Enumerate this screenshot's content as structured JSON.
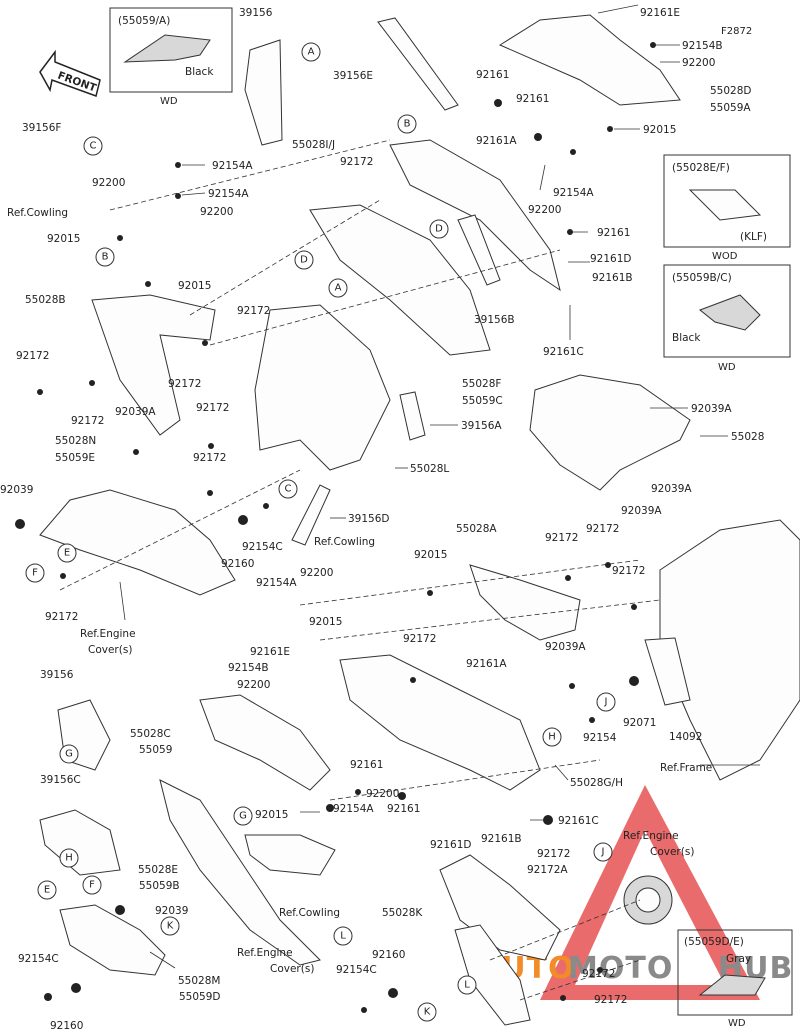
{
  "figure_code": "F2872",
  "front_label": "FRONT",
  "watermark": {
    "part1": "AUTO",
    "part2": "MOTO",
    "part3": "HUB",
    "color_orange": "#f28c28",
    "color_gray": "#8a8a8a",
    "color_red": "#e23a3a"
  },
  "insets": [
    {
      "code": "(55059/A)",
      "color": "Black",
      "variant": "WD"
    },
    {
      "code": "(55028E/F)",
      "note": "(KLF)",
      "variant": "WOD"
    },
    {
      "code": "(55059B/C)",
      "color": "Black",
      "variant": "WD"
    },
    {
      "code": "(55059D/E)",
      "color": "Gray",
      "variant": "WD"
    }
  ],
  "part_labels": {
    "p39156_top": "39156",
    "p39156e": "39156E",
    "p39156f": "39156F",
    "p92161e_top": "92161E",
    "p92154b_top": "92154B",
    "p92200_top": "92200",
    "p55028d": "55028D",
    "p55059a": "55059A",
    "p92015_top": "92015",
    "p92161_a": "92161",
    "p92161_b": "92161",
    "p55028ij": "55028I/J",
    "p92172_a": "92172",
    "p92161a_top": "92161A",
    "p92154a_r": "92154A",
    "p92200_r": "92200",
    "p92161_r": "92161",
    "p92161d_r": "92161D",
    "p92161b_r": "92161B",
    "p92161c_r": "92161C",
    "p39156b": "39156B",
    "p92154a_l1": "92154A",
    "p92200_l1": "92200",
    "p92154a_l2": "92154A",
    "p92200_l2": "92200",
    "ref_cowling_1": "Ref.Cowling",
    "p92015_l1": "92015",
    "p92015_l2": "92015",
    "p55028b": "55028B",
    "p92172_l1": "92172",
    "p92172_l2": "92172",
    "p92172_l3": "92172",
    "p92039a_l": "92039A",
    "p92172_m1": "92172",
    "p92172_m2": "92172",
    "p92172_m3": "92172",
    "p55028f": "55028F",
    "p55059c": "55059C",
    "p39156a": "39156A",
    "p55028l": "55028L",
    "p39156d": "39156D",
    "p92039a_r1": "92039A",
    "p55028_r": "55028",
    "p92039a_r2": "92039A",
    "p92039a_r3": "92039A",
    "p55028n": "55028N",
    "p55059e": "55059E",
    "p92039_l": "92039",
    "p92154c_m": "92154C",
    "p92160_m": "92160",
    "p92172_l4": "92172",
    "ref_engine_1a": "Ref.Engine",
    "ref_engine_1b": "Cover(s)",
    "ref_cowling_2": "Ref.Cowling",
    "p92154a_c": "92154A",
    "p92200_c": "92200",
    "p92015_c1": "92015",
    "p92015_c2": "92015",
    "p55028a": "55028A",
    "p92172_c1": "92172",
    "p92172_c2": "92172",
    "p92172_c3": "92172",
    "p92172_c4": "92172",
    "p92039a_c": "92039A",
    "p92071": "92071",
    "p14092": "14092",
    "p92154_c": "92154",
    "ref_frame": "Ref.Frame",
    "p39156_l": "39156",
    "p39156c": "39156C",
    "p92161e_c": "92161E",
    "p92154b_c": "92154B",
    "p92200_c2": "92200",
    "p55028c": "55028C",
    "p55059": "55059",
    "p92161a_c": "92161A",
    "p92161_c": "92161",
    "p92200_c3": "92200",
    "p92154a_c2": "92154A",
    "p92161_c2": "92161",
    "p92161d_c": "92161D",
    "p92161b_c": "92161B",
    "p55028gh": "55028G/H",
    "p92161c_c": "92161C",
    "p92015_c3": "92015",
    "p55028e": "55028E",
    "p55059b": "55059B",
    "ref_cowling_3": "Ref.Cowling",
    "ref_engine_2a": "Ref.Engine",
    "ref_engine_2b": "Cover(s)",
    "p92039_b": "92039",
    "p92154c_b": "92154C",
    "p92160_b": "92160",
    "p55028m": "55028M",
    "p55059d": "55059D",
    "p92160_b2": "92160",
    "p92154c_b2": "92154C",
    "p55028k": "55028K",
    "p92172_b1": "92172",
    "p92172a": "92172A",
    "p92172_b2": "92172",
    "p92172_b3": "92172",
    "ref_engine_3a": "Ref.Engine",
    "ref_engine_3b": "Cover(s)"
  },
  "callouts": [
    "A",
    "B",
    "C",
    "D",
    "E",
    "F",
    "G",
    "H",
    "J",
    "K",
    "L"
  ]
}
